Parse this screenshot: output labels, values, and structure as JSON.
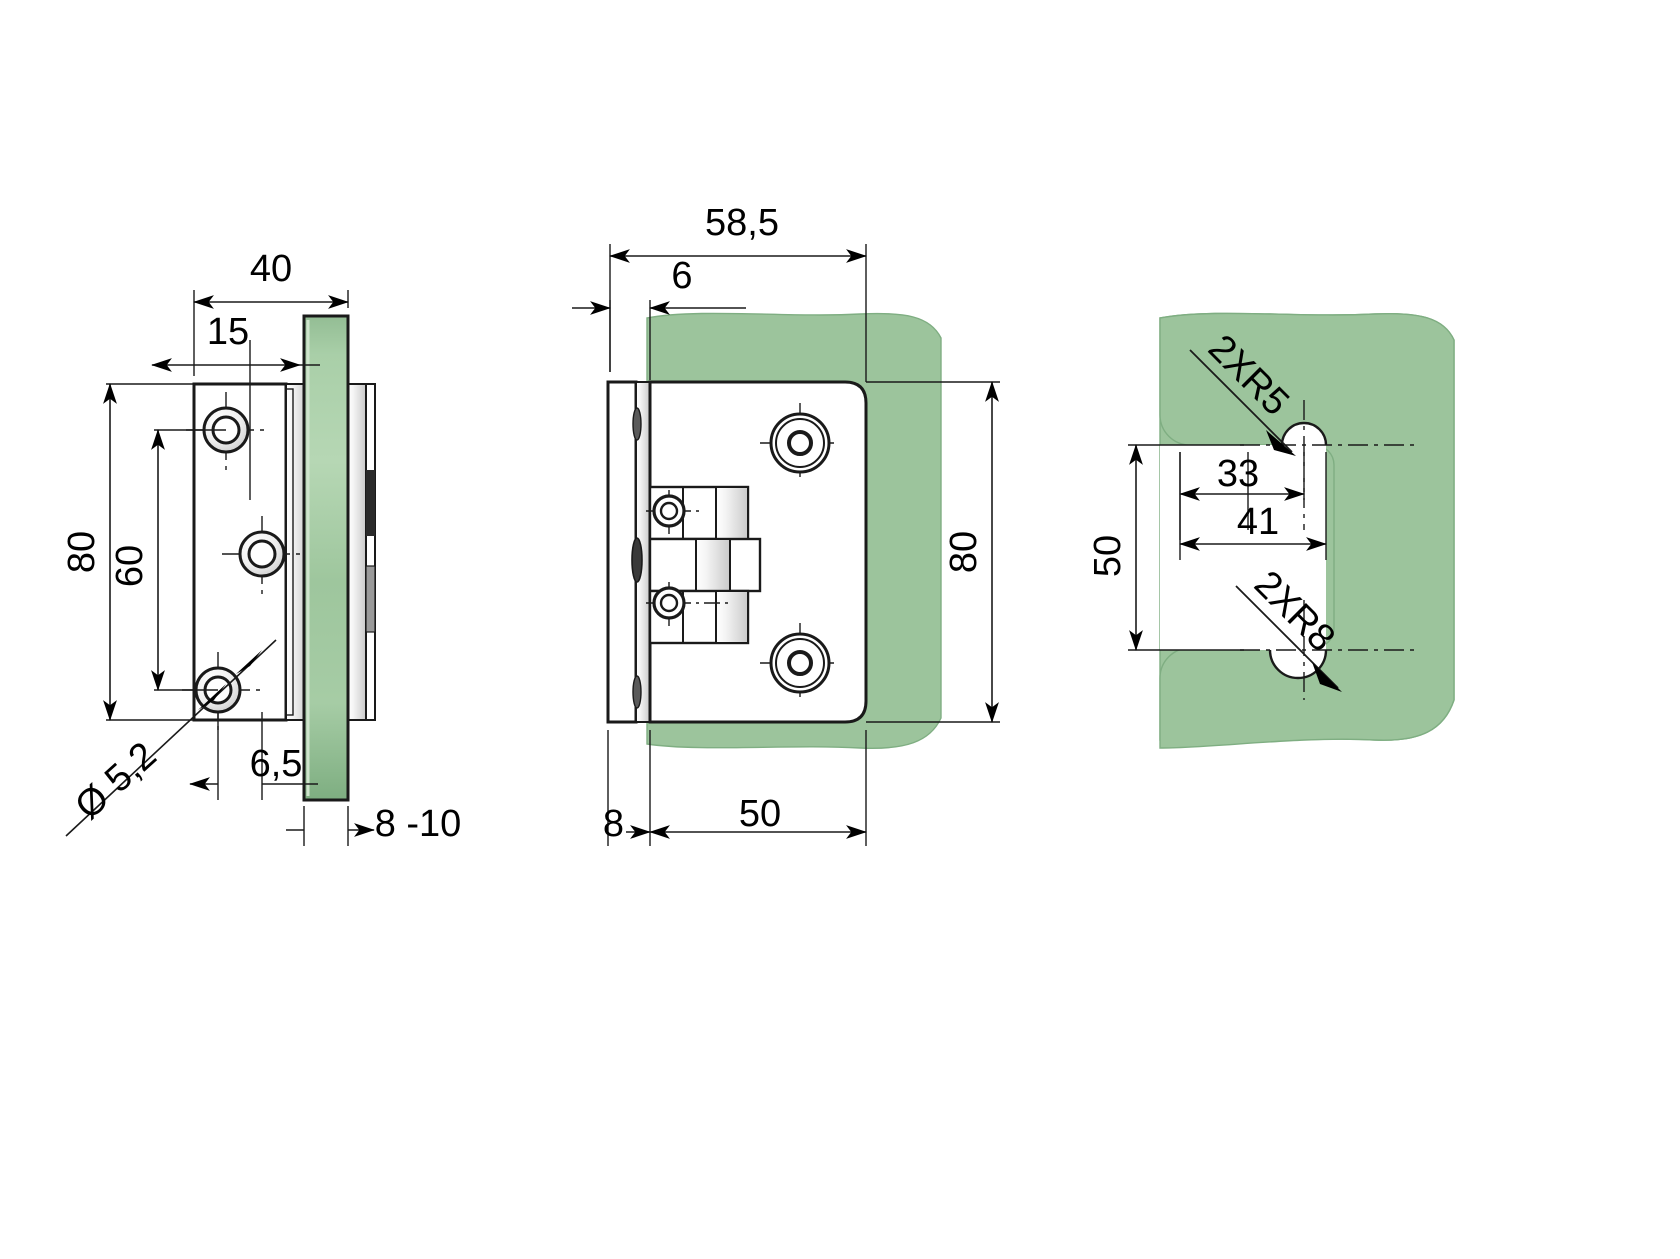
{
  "drawing": {
    "title": "Glass door hinge technical drawing",
    "units": "mm",
    "colors": {
      "glass": "#9cc49c",
      "glass_edge": "#2f6b3f",
      "line": "#1a1a1a",
      "metal_light": "#f2f2f2",
      "metal_shadow": "#bdbdbd",
      "background": "#ffffff"
    }
  },
  "views": {
    "side": {
      "name": "Side view",
      "dimensions": {
        "overall_width": "40",
        "plate_offset": "15",
        "overall_height": "80",
        "hole_spacing": "60",
        "hole_diameter": "Ø 5,2",
        "glass_offset": "6,5",
        "glass_thickness": "8 -10"
      }
    },
    "front": {
      "name": "Front view",
      "dimensions": {
        "overall_depth": "58,5",
        "wall_plate_thickness": "6",
        "height": "80",
        "gap": "8",
        "body_length": "50"
      }
    },
    "cutout": {
      "name": "Glass cut-out view",
      "dimensions": {
        "radius_top": "2XR5",
        "radius_bottom": "2XR8",
        "depth_inner": "33",
        "depth_outer": "41",
        "height": "50"
      }
    }
  }
}
